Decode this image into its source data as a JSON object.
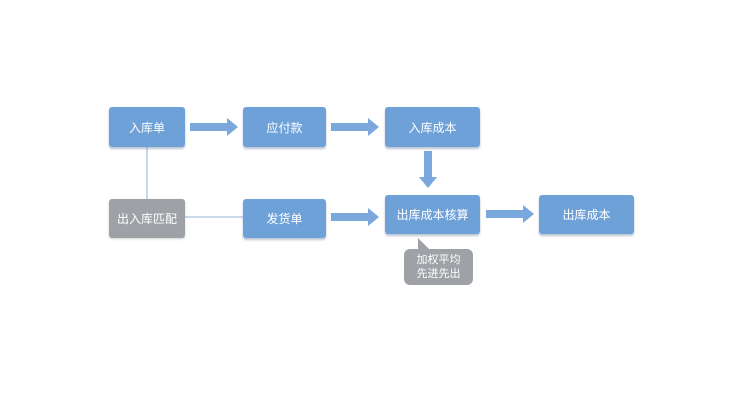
{
  "nodes": {
    "inbound_order": "入库单",
    "payable": "应付款",
    "inbound_cost": "入库成本",
    "in_out_match": "出入库匹配",
    "delivery_order": "发货单",
    "outbound_cost_accounting": "出库成本核算",
    "outbound_cost": "出库成本"
  },
  "callout": {
    "line1": "加权平均",
    "line2": "先进先出"
  },
  "colors": {
    "node_blue": "#6fa1d9",
    "node_gray": "#9ea1a6",
    "arrow": "#7aa7dc",
    "connector": "#b9cde6"
  }
}
